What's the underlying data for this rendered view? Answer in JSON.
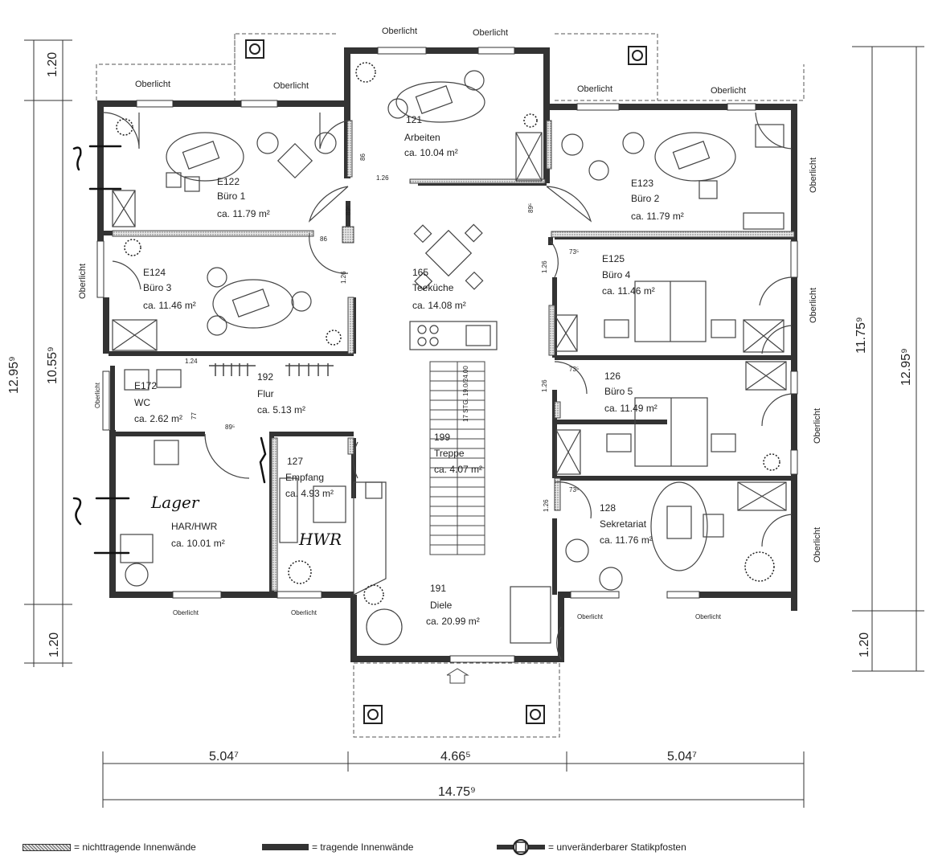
{
  "rooms": [
    {
      "id": "E122",
      "name": "Büro 1",
      "area": "ca. 11.79 m²"
    },
    {
      "id": "121",
      "name": "Arbeiten",
      "area": "ca. 10.04 m²"
    },
    {
      "id": "E123",
      "name": "Büro 2",
      "area": "ca. 11.79 m²"
    },
    {
      "id": "E124",
      "name": "Büro 3",
      "area": "ca. 11.46 m²"
    },
    {
      "id": "165",
      "name": "Teeküche",
      "area": "ca. 14.08 m²"
    },
    {
      "id": "E125",
      "name": "Büro 4",
      "area": "ca. 11.46 m²"
    },
    {
      "id": "E172",
      "name": "WC",
      "area": "ca. 2.62 m²"
    },
    {
      "id": "192",
      "name": "Flur",
      "area": "ca. 5.13 m²"
    },
    {
      "id": "126",
      "name": "Büro 5",
      "area": "ca. 11.49 m²"
    },
    {
      "id": "199",
      "name": "Treppe",
      "area": "ca. 4.07 m²"
    },
    {
      "id": "127",
      "name": "Empfang",
      "area": "ca. 4.93 m²"
    },
    {
      "id": "",
      "name": "HAR/HWR",
      "area": "ca. 10.01 m²"
    },
    {
      "id": "128",
      "name": "Sekretariat",
      "area": "ca. 11.76 m²"
    },
    {
      "id": "191",
      "name": "Diele",
      "area": "ca. 20.99 m²"
    }
  ],
  "oberlicht": "Oberlicht",
  "stair_note": "17 STG. 19.0/24.00",
  "wall_dims": [
    "1.26",
    "1.26",
    "1.26",
    "1.26",
    "1.26",
    "86",
    "86",
    "89⁵",
    "89⁵",
    "89⁵",
    "73⁵",
    "73⁵",
    "73⁵",
    "1.24",
    "77"
  ],
  "handwriting": [
    "Lager",
    "HWR"
  ],
  "dims": {
    "left_outer": "12.95⁹",
    "left_inner": "10.55⁹",
    "left_top": "1.20",
    "left_bottom": "1.20",
    "right_inner": "11.75⁹",
    "right_outer": "12.95⁹",
    "right_bottom": "1.20",
    "bottom_left": "5.04⁷",
    "bottom_mid": "4.66⁵",
    "bottom_right": "5.04⁷",
    "bottom_total": "14.75⁹"
  },
  "legend": {
    "non_load": "= nichttragende Innenwände",
    "load": "= tragende Innenwände",
    "post": "= unveränderbarer Statikpfosten"
  },
  "colors": {
    "wall": "#333333",
    "line": "#444444",
    "hatch": "#999999",
    "paper": "#ffffff"
  }
}
